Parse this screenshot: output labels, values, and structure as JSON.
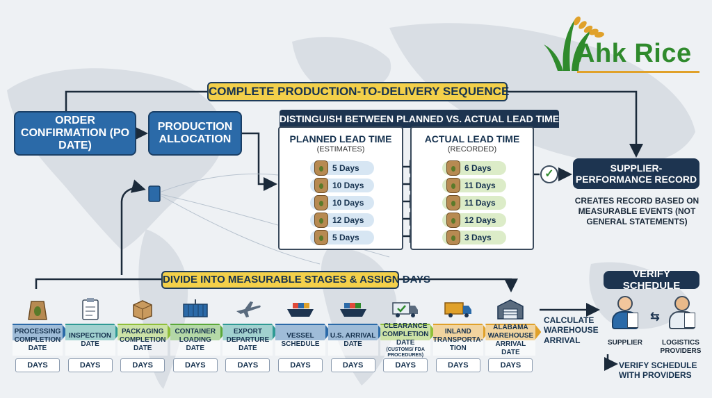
{
  "brand": {
    "name": "Ahk Rice"
  },
  "titles": {
    "main": "COMPLETE PRODUCTION-TO-DELIVERY SEQUENCE",
    "stages": "DIVIDE INTO MEASURABLE STAGES & ASSIGN DAYS"
  },
  "start_boxes": {
    "order": "ORDER CONFIRMATION (PO DATE)",
    "allocation": "PRODUCTION ALLOCATION"
  },
  "lead_time": {
    "header": "DISTINGUISH BETWEEN PLANNED VS. ACTUAL LEAD TIME",
    "planned": {
      "title": "PLANNED LEAD TIME",
      "subtitle": "(ESTIMATES)",
      "items": [
        "5 Days",
        "10 Days",
        "10 Days",
        "12 Days",
        "5 Days"
      ]
    },
    "actual": {
      "title": "ACTUAL LEAD TIME",
      "subtitle": "(RECORDED)",
      "items": [
        "6 Days",
        "11 Days",
        "11 Days",
        "12 Days",
        "3 Days"
      ]
    }
  },
  "supplier_record": {
    "title": "SUPPLIER-PERFORMANCE RECORD",
    "description": "CREATES RECORD BASED ON MEASURABLE EVENTS (NOT GENERAL STATEMENTS)"
  },
  "stages": [
    {
      "label": "PROCESSING COMPLETION DATE",
      "days": "DAYS",
      "icon": "rice-sack-icon",
      "color": "#2b6aa8"
    },
    {
      "label": "INSPECTION DATE",
      "days": "DAYS",
      "icon": "clipboard-icon",
      "color": "#2f9a94"
    },
    {
      "label": "PACKAGING COMPLETION DATE",
      "days": "DAYS",
      "icon": "box-icon",
      "color": "#8fbf3a"
    },
    {
      "label": "CONTAINER LOADING DATE",
      "days": "DAYS",
      "icon": "container-icon",
      "color": "#5aa83a"
    },
    {
      "label": "EXPORT DEPARTURE DATE",
      "days": "DAYS",
      "icon": "airplane-icon",
      "color": "#2f9a94"
    },
    {
      "label": "VESSEL SCHEDULE",
      "days": "DAYS",
      "icon": "ship-icon",
      "color": "#2b6aa8"
    },
    {
      "label": "U.S. ARRIVAL DATE",
      "days": "DAYS",
      "icon": "cargo-ship-icon",
      "color": "#2b6aa8"
    },
    {
      "label": "CLEARANCE COMPLETION DATE",
      "label_note": "(CUSTOMS/ FDA PROCEDURES)",
      "days": "DAYS",
      "icon": "truck-check-icon",
      "color": "#8fbf3a"
    },
    {
      "label": "INLAND TRANSPORTA-TION",
      "days": "DAYS",
      "icon": "truck-icon",
      "color": "#e0a12a"
    },
    {
      "label": "ALABAMA WAREHOUSE ARRIVAL DATE",
      "days": "DAYS",
      "icon": "warehouse-icon",
      "color": "#e0a12a"
    }
  ],
  "calc_warehouse": "CALCULATE WAREHOUSE ARRIVAL",
  "verify": {
    "title": "VERIFY SCHEDULE",
    "supplier": "SUPPLIER",
    "logistics": "LOGISTICS PROVIDERS",
    "note": "VERIFY SCHEDULE WITH PROVIDERS"
  },
  "colors": {
    "navy": "#1d3450",
    "blue": "#2b6aa8",
    "banner_yellow": "#f3d04a",
    "brand_green": "#2f8a2c"
  }
}
